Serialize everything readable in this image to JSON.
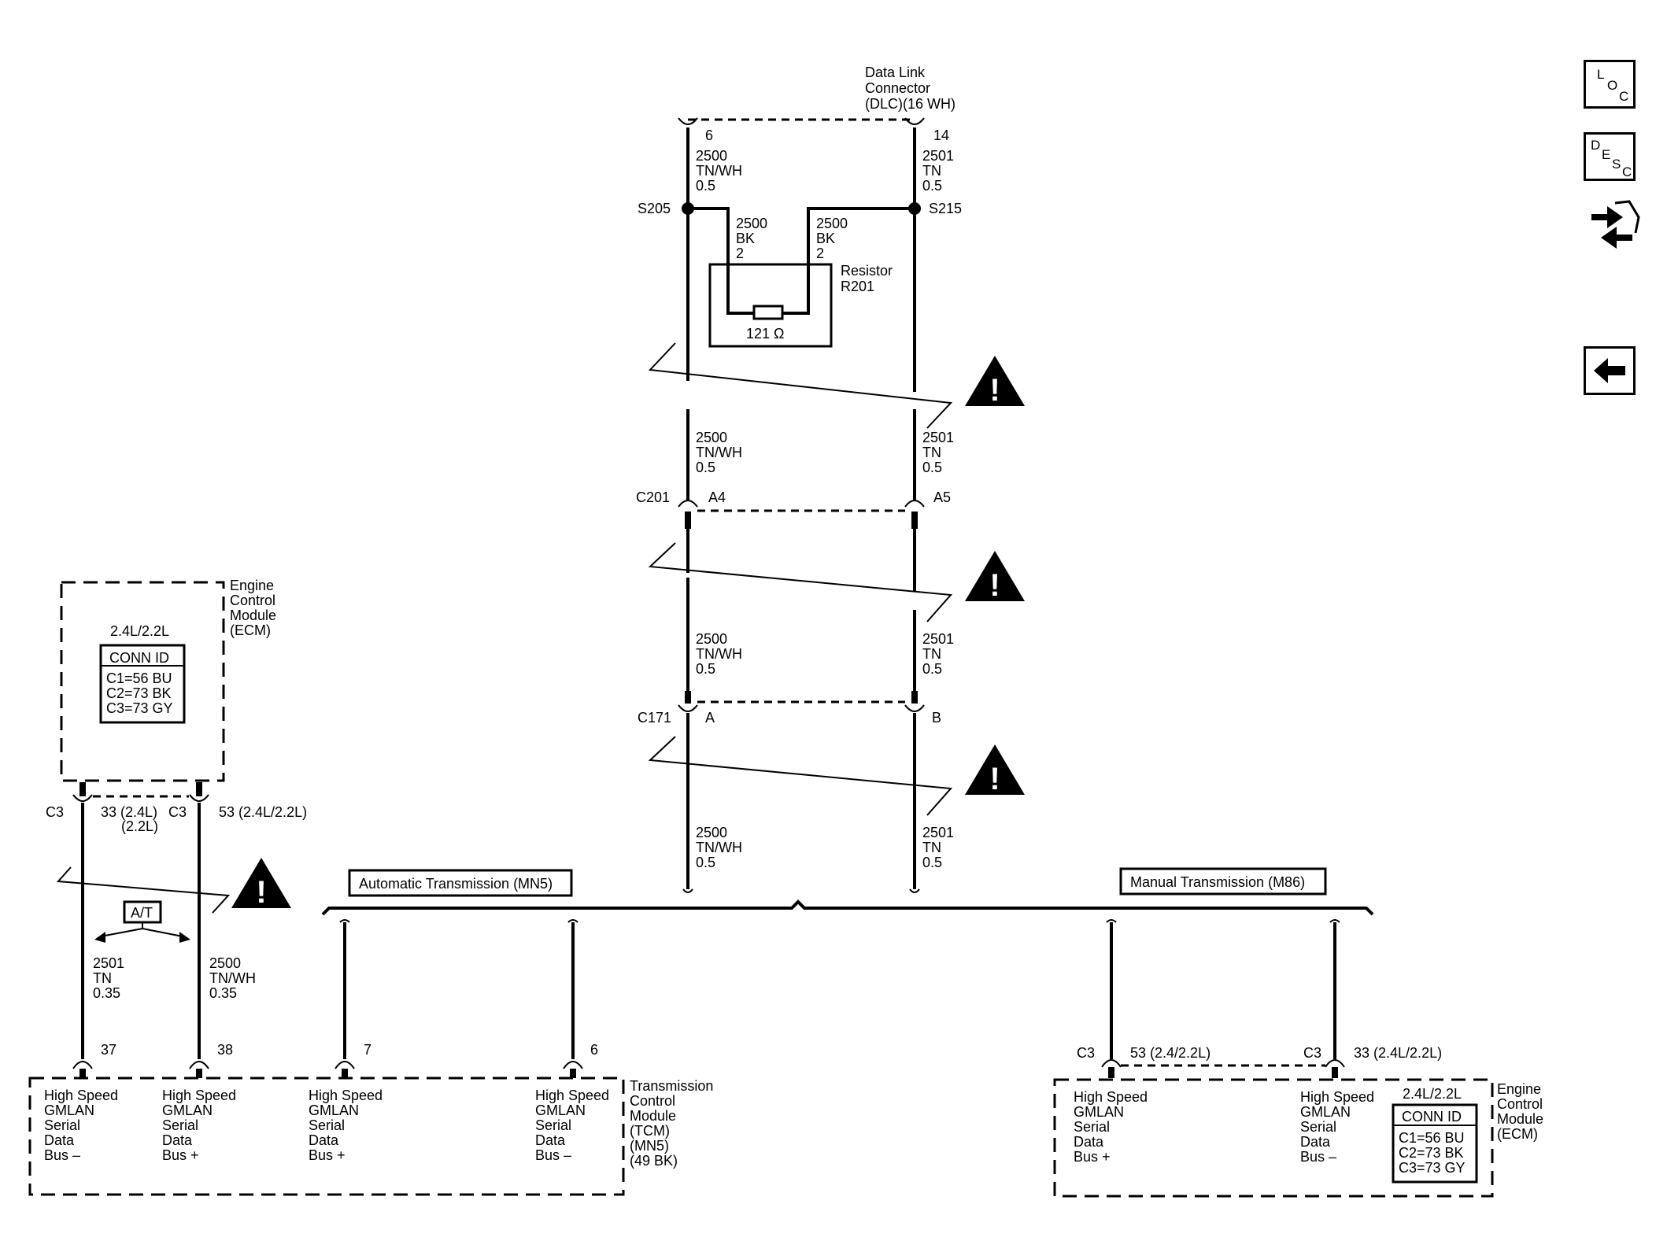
{
  "nav": {
    "loc_letters": [
      "L",
      "O",
      "C"
    ],
    "desc_letters": [
      "D",
      "E",
      "S",
      "C"
    ],
    "icons": [
      "location-icon",
      "description-icon",
      "component-connector-icon",
      "back-arrow-icon"
    ]
  },
  "dlc": {
    "label1": "Data Link",
    "label2": "Connector",
    "label3": "(DLC)(16 WH)",
    "pin_left": "6",
    "pin_right": "14"
  },
  "wires": {
    "left_circuit": "2500",
    "left_color": "TN/WH",
    "left_gauge": "0.5",
    "right_circuit": "2501",
    "right_color": "TN",
    "right_gauge": "0.5"
  },
  "splices": {
    "left": "S205",
    "right": "S215"
  },
  "resistor": {
    "wire_circuit": "2500",
    "wire_color": "BK",
    "wire_gauge": "2",
    "label1": "Resistor",
    "label2": "R201",
    "value": "121 Ω"
  },
  "c201": {
    "name": "C201",
    "pin_left": "A4",
    "pin_right": "A5"
  },
  "c171": {
    "name": "C171",
    "pin_left": "A",
    "pin_right": "B"
  },
  "ecm_left": {
    "label1": "Engine",
    "label2": "Control",
    "label3": "Module",
    "label4": "(ECM)",
    "engine": "2.4L/2.2L",
    "conn_title": "CONN ID",
    "conn_rows": [
      "C1=56 BU",
      "C2=73 BK",
      "C3=73 GY"
    ],
    "conn_left": "C3",
    "conn_right": "C3",
    "pin_left_1": "33 (2.4L)",
    "pin_left_2": "(2.2L)",
    "pin_right": "53 (2.4L/2.2L)"
  },
  "at": {
    "label": "A/T",
    "wire_left_circuit": "2501",
    "wire_left_color": "TN",
    "wire_left_gauge": "0.35",
    "wire_right_circuit": "2500",
    "wire_right_color": "TN/WH",
    "wire_right_gauge": "0.35"
  },
  "options": {
    "automatic": "Automatic Transmission (MN5)",
    "manual": "Manual Transmission (M86)"
  },
  "tcm": {
    "pins": [
      "37",
      "38",
      "7",
      "6"
    ],
    "labels": [
      [
        "High Speed",
        "GMLAN",
        "Serial",
        "Data",
        "Bus –"
      ],
      [
        "High Speed",
        "GMLAN",
        "Serial",
        "Data",
        "Bus +"
      ],
      [
        "High Speed",
        "GMLAN",
        "Serial",
        "Data",
        "Bus +"
      ],
      [
        "High Speed",
        "GMLAN",
        "Serial",
        "Data",
        "Bus –"
      ]
    ],
    "name": [
      "Transmission",
      "Control",
      "Module",
      "(TCM)",
      "(MN5)",
      "(49 BK)"
    ]
  },
  "ecm_right": {
    "conn_left": "C3",
    "pin_left": "53 (2.4/2.2L)",
    "conn_right": "C3",
    "pin_right": "33 (2.4L/2.2L)",
    "labels": [
      [
        "High Speed",
        "GMLAN",
        "Serial",
        "Data",
        "Bus +"
      ],
      [
        "High Speed",
        "GMLAN",
        "Serial",
        "Data",
        "Bus –"
      ]
    ],
    "engine": "2.4L/2.2L",
    "conn_title": "CONN ID",
    "conn_rows": [
      "C1=56 BU",
      "C2=73 BK",
      "C3=73 GY"
    ],
    "name": [
      "Engine",
      "Control",
      "Module",
      "(ECM)"
    ]
  },
  "warning_symbol": "!"
}
